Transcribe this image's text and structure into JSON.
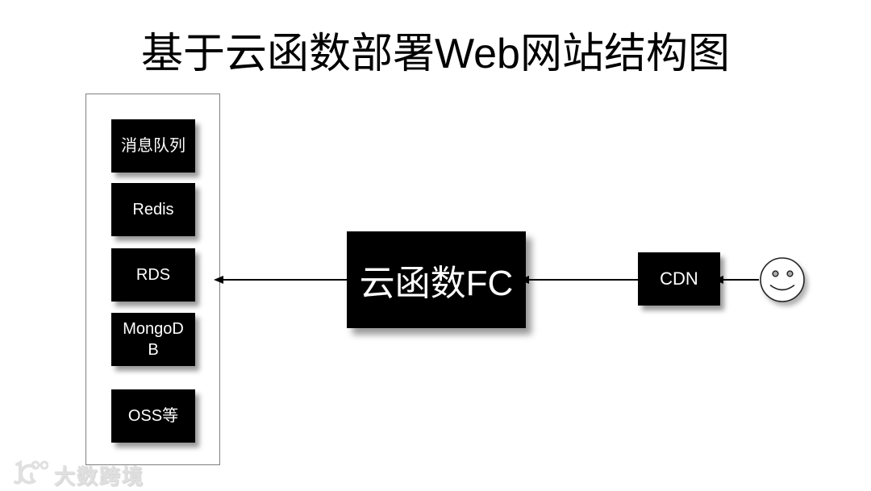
{
  "title": "基于云函数部署Web网站结构图",
  "diagram": {
    "backend_panel": {
      "items": [
        {
          "label": "消息队列"
        },
        {
          "label": "Redis"
        },
        {
          "label": "RDS"
        },
        {
          "label": "MongoDB"
        },
        {
          "label": "OSS等"
        }
      ]
    },
    "fc_box": {
      "label": "云函数FC"
    },
    "cdn_box": {
      "label": "CDN"
    },
    "user": {
      "icon": "smiley-face"
    },
    "arrows": [
      {
        "from": "云函数FC",
        "to": "backend-panel",
        "direction": "left"
      },
      {
        "from": "CDN",
        "to": "云函数FC",
        "direction": "left"
      },
      {
        "from": "user",
        "to": "CDN",
        "direction": "left"
      }
    ],
    "colors": {
      "background": "#ffffff",
      "box_bg": "#000000",
      "box_text": "#ffffff",
      "panel_border": "#7f7f7f",
      "arrow": "#000000",
      "watermark": "#e0e0e0"
    }
  },
  "watermark": {
    "logo_icon": "10100-smile-logo",
    "text": "大数跨境"
  }
}
